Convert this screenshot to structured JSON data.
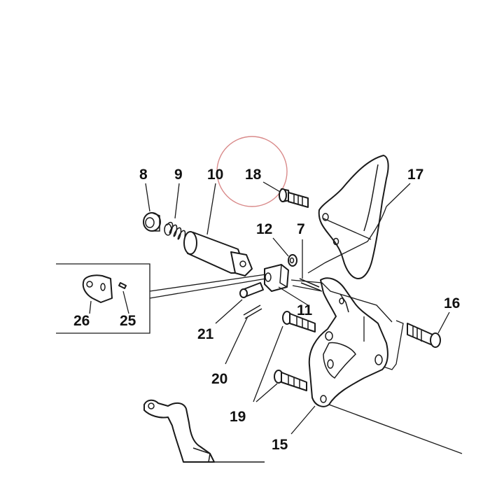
{
  "colors": {
    "highlight_circle": "#d98a8a",
    "line": "#1a1a1a",
    "background": "#ffffff"
  },
  "callouts": {
    "c8": "8",
    "c9": "9",
    "c10": "10",
    "c18": "18",
    "c17": "17",
    "c12": "12",
    "c7": "7",
    "c26": "26",
    "c25": "25",
    "c11": "11",
    "c16": "16",
    "c21": "21",
    "c20": "20",
    "c19": "19",
    "c15": "15"
  },
  "highlighted_callout": "18"
}
